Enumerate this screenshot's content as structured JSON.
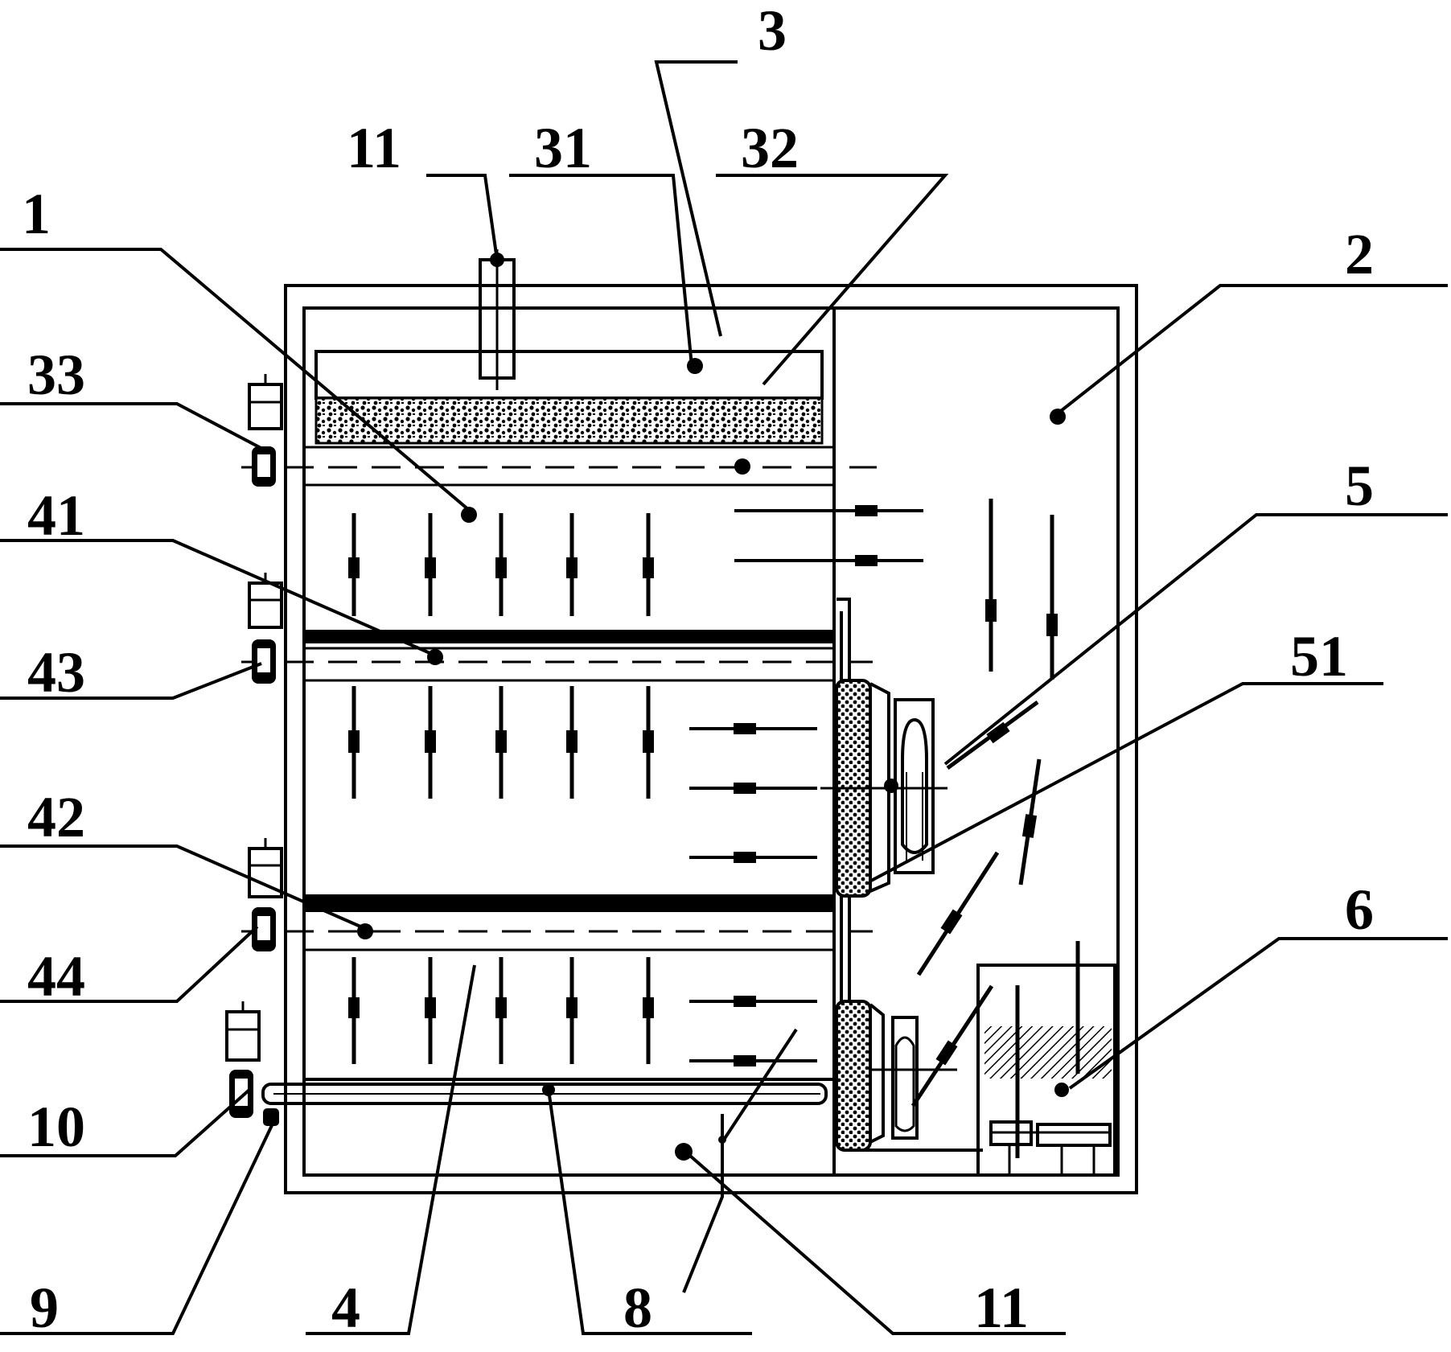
{
  "figure": {
    "labels": {
      "l3": "3",
      "l11_top": "11",
      "l31": "31",
      "l32": "32",
      "l1": "1",
      "l2": "2",
      "l33": "33",
      "l41": "41",
      "l5": "5",
      "l43": "43",
      "l51": "51",
      "l42": "42",
      "l6": "6",
      "l44": "44",
      "l10": "10",
      "l9": "9",
      "l4": "4",
      "l8": "8",
      "l11_bottom": "11"
    },
    "colors": {
      "ink": "#000000",
      "paper": "#ffffff"
    }
  }
}
